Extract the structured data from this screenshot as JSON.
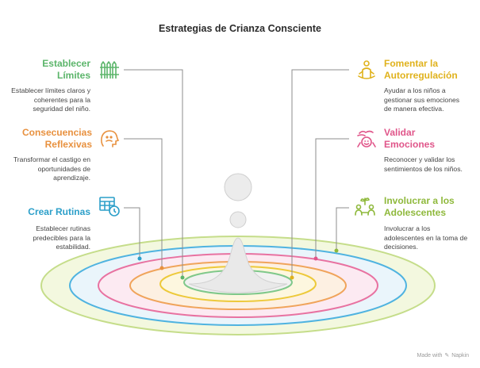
{
  "title": "Estrategias de Crianza Consciente",
  "colors": {
    "green": "#5bb56a",
    "orange": "#e8913f",
    "blue": "#2c9fc9",
    "yellow": "#e0b21c",
    "pink": "#e0568a",
    "lime": "#8fb93c"
  },
  "items": [
    {
      "heading": "Establecer Límites",
      "description": "Establecer límites claros y coherentes para la seguridad del niño.",
      "icon": "fence-icon"
    },
    {
      "heading": "Consecuencias Reflexivas",
      "description": "Transformar el castigo en oportunidades de aprendizaje.",
      "icon": "thinking-head-icon"
    },
    {
      "heading": "Crear Rutinas",
      "description": "Establecer rutinas predecibles para la estabilidad.",
      "icon": "calendar-clock-icon"
    },
    {
      "heading": "Fomentar la Autorregulación",
      "description": "Ayudar a los niños a gestionar sus emociones de manera efectiva.",
      "icon": "meditation-icon"
    },
    {
      "heading": "Validar Emociones",
      "description": "Reconocer y validar los sentimientos de los niños.",
      "icon": "hand-heart-icon"
    },
    {
      "heading": "Involucrar a los Adolescentes",
      "description": "Involucrar a los adolescentes en la toma de decisiones.",
      "icon": "teens-plant-icon"
    }
  ],
  "footer": {
    "made_with": "Made with",
    "brand": "Napkin"
  }
}
